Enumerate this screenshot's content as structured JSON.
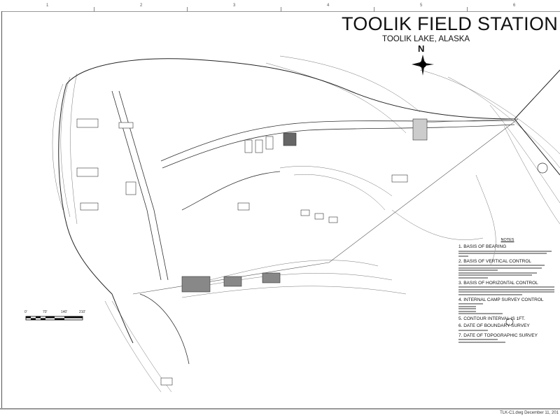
{
  "title": "TOOLIK FIELD STATION",
  "subtitle": "TOOLIK LAKE, ALASKA",
  "north_arrow": "N",
  "grid_columns": [
    "1",
    "2",
    "3",
    "4",
    "5",
    "6"
  ],
  "scale_bar": {
    "labels": [
      "0'",
      "70'",
      "140'",
      "210'"
    ]
  },
  "notes": {
    "heading": "NOTES",
    "items": [
      "1.  BASIS OF BEARING",
      "2.  BASIS OF VERTICAL CONTROL",
      "3.  BASIS OF HORIZONTAL CONTROL",
      "4.  INTERNAL CAMP SURVEY CONTROL",
      "5.  CONTOUR INTERVAL IS 1FT.",
      "6.  DATE OF BOUNDARY SURVEY",
      "7.  DATE OF TOPOGRAPHIC SURVEY"
    ]
  },
  "footer": "TLK-C1.dwg    December 11, 201"
}
